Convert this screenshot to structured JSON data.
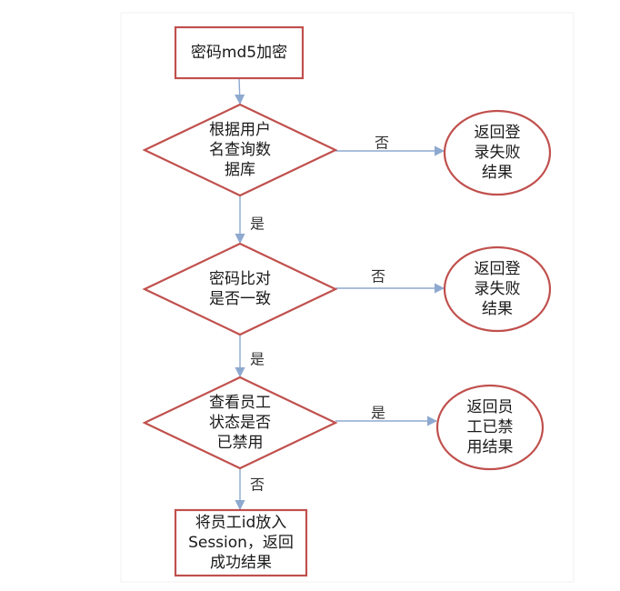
{
  "colors": {
    "node_border": "#c0504d",
    "node_fill": "#ffffff",
    "arrow": "#8ea9cf",
    "text": "#1a1a1a",
    "frame": "#f0f0f0"
  },
  "nodes": {
    "start": {
      "shape": "rect",
      "lines": [
        "密码md5加密"
      ]
    },
    "q1": {
      "shape": "diamond",
      "lines": [
        "根据用户",
        "名查询数",
        "据库"
      ]
    },
    "r1": {
      "shape": "ellipse",
      "lines": [
        "返回登",
        "录失败",
        "结果"
      ]
    },
    "q2": {
      "shape": "diamond",
      "lines": [
        "密码比对",
        "是否一致"
      ]
    },
    "r2": {
      "shape": "ellipse",
      "lines": [
        "返回登",
        "录失败",
        "结果"
      ]
    },
    "q3": {
      "shape": "diamond",
      "lines": [
        "查看员工",
        "状态是否",
        "已禁用"
      ]
    },
    "r3": {
      "shape": "ellipse",
      "lines": [
        "返回员",
        "工已禁",
        "用结果"
      ]
    },
    "end": {
      "shape": "rect",
      "lines": [
        "将员工id放入",
        "Session，返回",
        "成功结果"
      ]
    }
  },
  "edges": [
    {
      "from": "start",
      "to": "q1",
      "label": ""
    },
    {
      "from": "q1",
      "to": "r1",
      "label": "否"
    },
    {
      "from": "q1",
      "to": "q2",
      "label": "是"
    },
    {
      "from": "q2",
      "to": "r2",
      "label": "否"
    },
    {
      "from": "q2",
      "to": "q3",
      "label": "是"
    },
    {
      "from": "q3",
      "to": "r3",
      "label": "是"
    },
    {
      "from": "q3",
      "to": "end",
      "label": "否"
    }
  ]
}
